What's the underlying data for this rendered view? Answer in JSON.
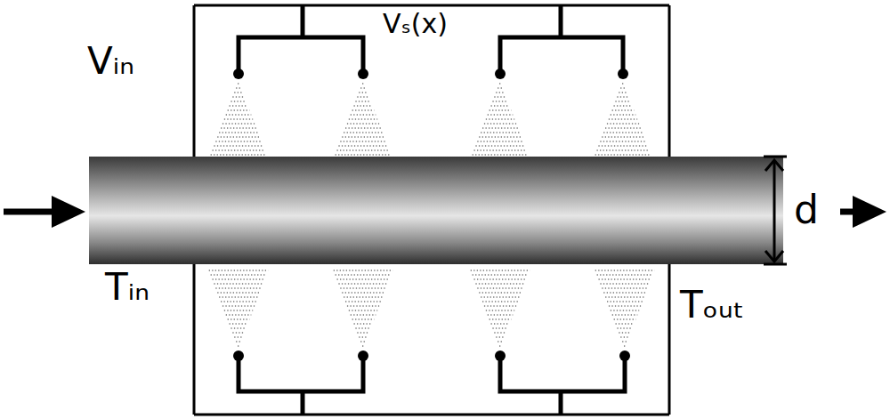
{
  "diagram": {
    "labels": [
      "Vₛ(x)",
      "Vᵢₙ",
      "Tᵢₙ",
      "Tₒᵤₜ",
      "d"
    ]
  }
}
